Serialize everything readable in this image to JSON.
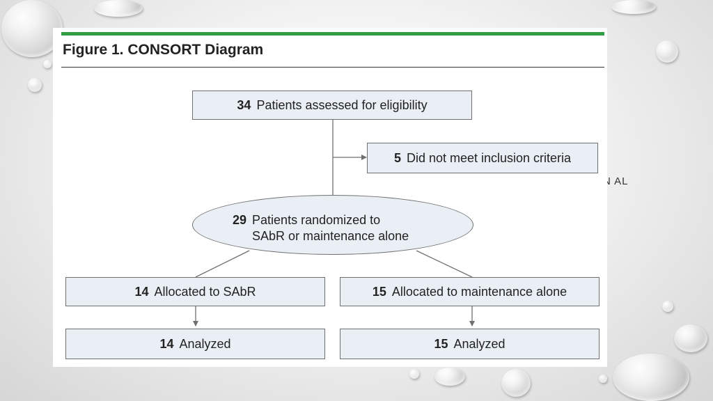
{
  "slide": {
    "partial_text": "N AL"
  },
  "figure": {
    "title": "Figure 1. CONSORT Diagram"
  },
  "flow": {
    "assessed": {
      "count": "34",
      "text": "Patients assessed for eligibility"
    },
    "excluded": {
      "count": "5",
      "text": "Did not meet inclusion criteria"
    },
    "randomized": {
      "count": "29",
      "line1": "Patients randomized to",
      "line2": "SAbR or maintenance alone"
    },
    "allocated_sabr": {
      "count": "14",
      "text": "Allocated to SAbR"
    },
    "allocated_maint": {
      "count": "15",
      "text": "Allocated to maintenance alone"
    },
    "analyzed_sabr": {
      "count": "14",
      "text": "Analyzed"
    },
    "analyzed_maint": {
      "count": "15",
      "text": "Analyzed"
    }
  },
  "colors": {
    "box_fill": "#e9eff5",
    "accent_bar": "#2f9e44",
    "border": "#6f6f6f"
  }
}
